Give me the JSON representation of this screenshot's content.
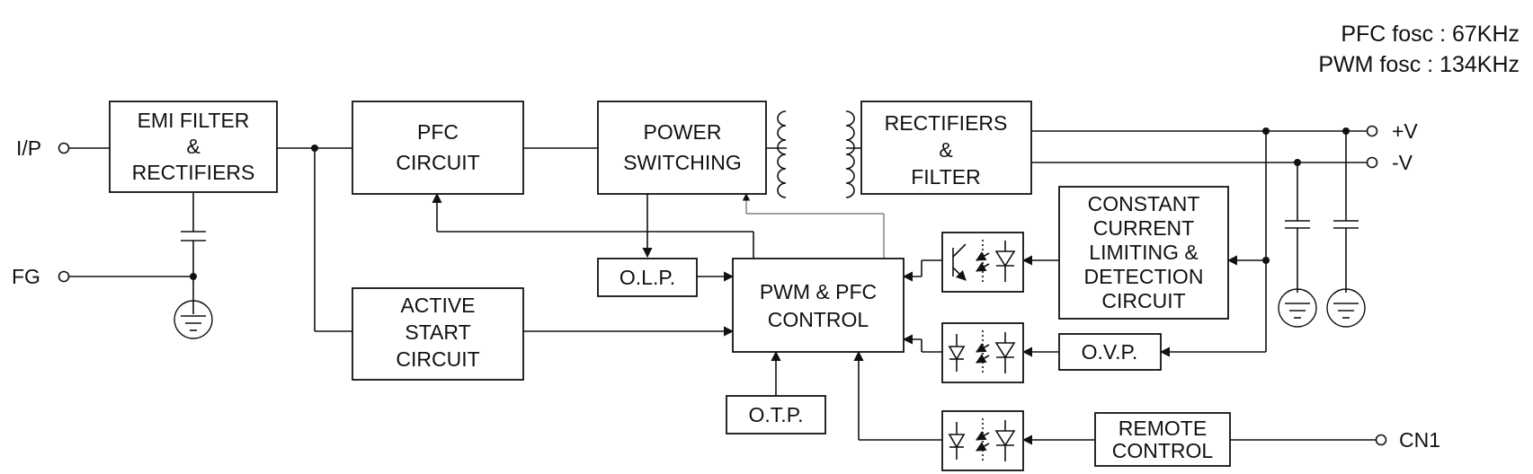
{
  "notes": {
    "pfc_fosc": "PFC fosc : 67KHz",
    "pwm_fosc": "PWM fosc : 134KHz"
  },
  "terminals": {
    "ip": "I/P",
    "fg": "FG",
    "plus_v": "+V",
    "minus_v": "-V",
    "cn1": "CN1"
  },
  "blocks": {
    "emi": [
      "EMI FILTER",
      "&",
      "RECTIFIERS"
    ],
    "pfc": [
      "PFC",
      "CIRCUIT"
    ],
    "power": [
      "POWER",
      "SWITCHING"
    ],
    "rect_filter": [
      "RECTIFIERS",
      "&",
      "FILTER"
    ],
    "active_start": [
      "ACTIVE",
      "START",
      "CIRCUIT"
    ],
    "olp": [
      "O.L.P."
    ],
    "pwm": [
      "PWM & PFC",
      "CONTROL"
    ],
    "otp": [
      "O.T.P."
    ],
    "const_current": [
      "CONSTANT",
      "CURRENT",
      "LIMITING &",
      "DETECTION",
      "CIRCUIT"
    ],
    "ovp": [
      "O.V.P."
    ],
    "remote": [
      "REMOTE",
      "CONTROL"
    ]
  }
}
